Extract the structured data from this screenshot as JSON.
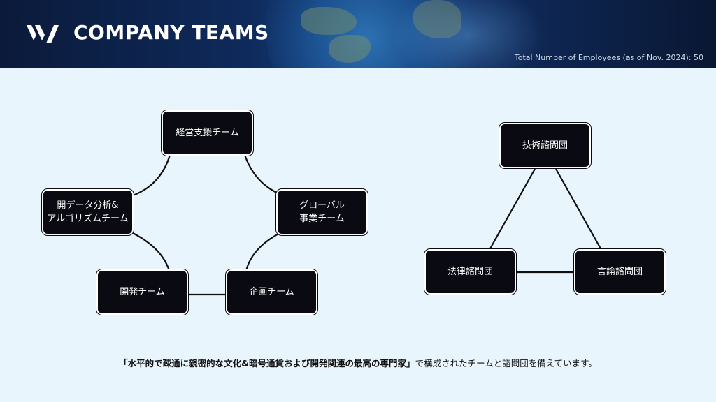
{
  "header": {
    "title": "COMPANY TEAMS",
    "subtitle": "Total Number of Employees (as of Nov. 2024): 50",
    "logo_icon": "company-logo-icon"
  },
  "teams": {
    "management": "経営支援チーム",
    "data_line1": "開データ分析&",
    "data_line2": "アルゴリズムチーム",
    "global_line1": "グローバル",
    "global_line2": "事業チーム",
    "development": "開発チーム",
    "planning": "企画チーム"
  },
  "advisors": {
    "technical": "技術諮問団",
    "legal": "法律諮問団",
    "speech": "言論諮問団"
  },
  "caption": {
    "bold_part": "「水平的で疎通に親密的な文化&暗号通貨および開発関連の最高の専門家」",
    "rest": "で構成されたチームと諮問団を備えています。"
  },
  "colors": {
    "background": "#e9f5fc",
    "node_fill": "#0a0a12",
    "header_dark": "#0b1a3a"
  }
}
